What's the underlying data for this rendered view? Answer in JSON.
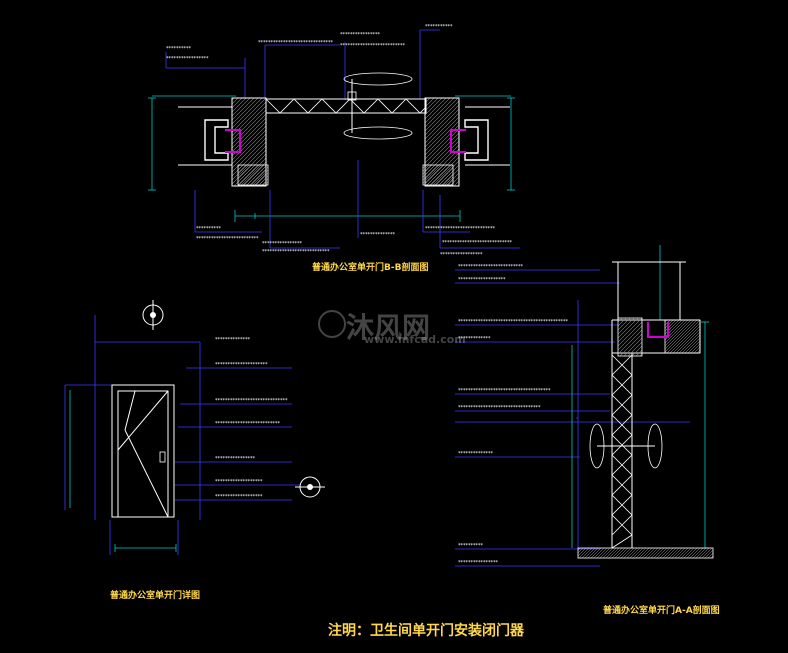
{
  "drawing": {
    "title_plan": "普通办公室单开门B-B剖面图",
    "title_elev": "普通办公室单开门详图",
    "title_section": "普通办公室单开门A-A剖面图",
    "note": "注明：卫生间单开门安装闭门器"
  },
  "watermark": {
    "brand": "沐风网",
    "url": "www.mfcad.com"
  },
  "colors": {
    "background": "#000000",
    "title": "#ffd84a",
    "annotation": "#ffffff",
    "leader": "#3a3aff",
    "dimension": "#00c8c8",
    "wall": "#ffffff",
    "frame_accent": "#d000d0",
    "hatch": "#999999"
  }
}
